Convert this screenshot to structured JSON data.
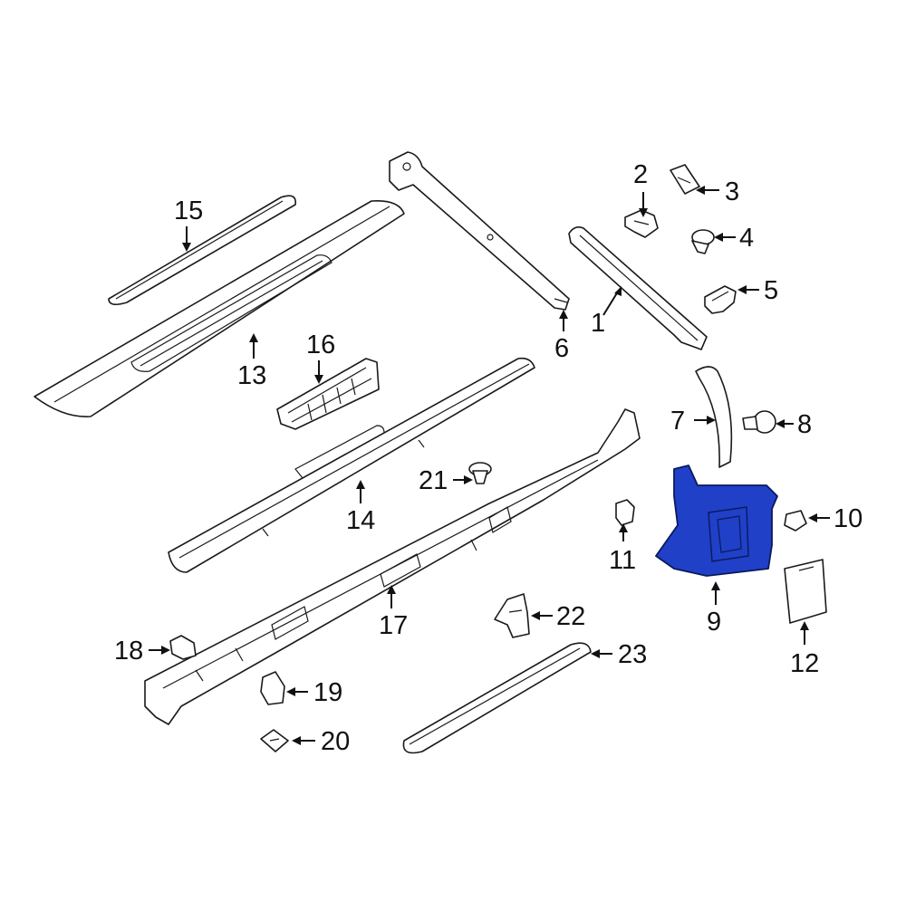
{
  "diagram": {
    "highlight_color": "#2040c8",
    "highlighted_part": "9",
    "callouts": [
      {
        "id": "c1",
        "label": "1"
      },
      {
        "id": "c2",
        "label": "2"
      },
      {
        "id": "c3",
        "label": "3"
      },
      {
        "id": "c4",
        "label": "4"
      },
      {
        "id": "c5",
        "label": "5"
      },
      {
        "id": "c6",
        "label": "6"
      },
      {
        "id": "c7",
        "label": "7"
      },
      {
        "id": "c8",
        "label": "8"
      },
      {
        "id": "c9",
        "label": "9"
      },
      {
        "id": "c10",
        "label": "10"
      },
      {
        "id": "c11",
        "label": "11"
      },
      {
        "id": "c12",
        "label": "12"
      },
      {
        "id": "c13",
        "label": "13"
      },
      {
        "id": "c14",
        "label": "14"
      },
      {
        "id": "c15",
        "label": "15"
      },
      {
        "id": "c16",
        "label": "16"
      },
      {
        "id": "c17",
        "label": "17"
      },
      {
        "id": "c18",
        "label": "18"
      },
      {
        "id": "c19",
        "label": "19"
      },
      {
        "id": "c20",
        "label": "20"
      },
      {
        "id": "c21",
        "label": "21"
      },
      {
        "id": "c22",
        "label": "22"
      },
      {
        "id": "c23",
        "label": "23"
      }
    ]
  }
}
